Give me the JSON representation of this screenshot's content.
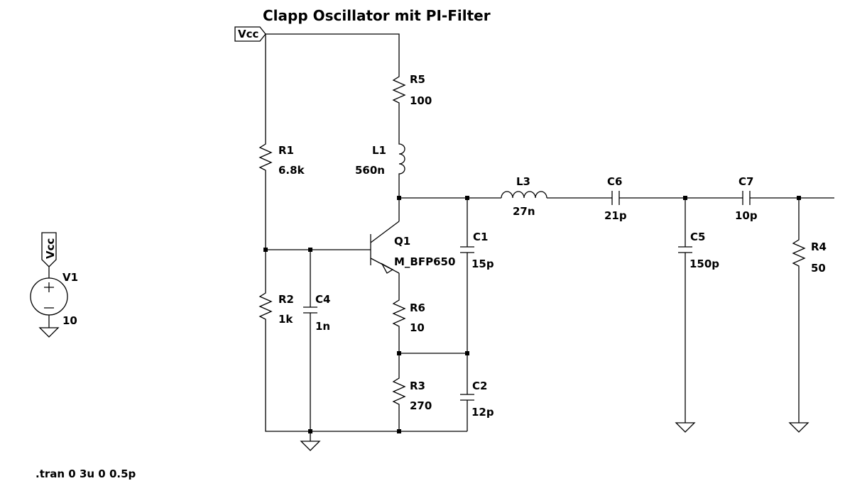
{
  "title": "Clapp Oscillator mit PI-Filter",
  "net_labels": {
    "vcc_top": "Vcc",
    "vcc_source": "Vcc"
  },
  "directive": ".tran 0 3u 0 0.5p",
  "components": {
    "R5": {
      "name": "R5",
      "value": "100"
    },
    "R1": {
      "name": "R1",
      "value": "6.8k"
    },
    "L1": {
      "name": "L1",
      "value": "560n"
    },
    "L3": {
      "name": "L3",
      "value": "27n"
    },
    "C6": {
      "name": "C6",
      "value": "21p"
    },
    "C7": {
      "name": "C7",
      "value": "10p"
    },
    "C1": {
      "name": "C1",
      "value": "15p"
    },
    "Q1": {
      "name": "Q1",
      "value": "M_BFP650"
    },
    "C5": {
      "name": "C5",
      "value": "150p"
    },
    "R4": {
      "name": "R4",
      "value": "50"
    },
    "V1": {
      "name": "V1",
      "value": "10"
    },
    "R2": {
      "name": "R2",
      "value": "1k"
    },
    "C4": {
      "name": "C4",
      "value": "1n"
    },
    "R6": {
      "name": "R6",
      "value": "10"
    },
    "C2": {
      "name": "C2",
      "value": "12p"
    },
    "R3": {
      "name": "R3",
      "value": "270"
    }
  }
}
